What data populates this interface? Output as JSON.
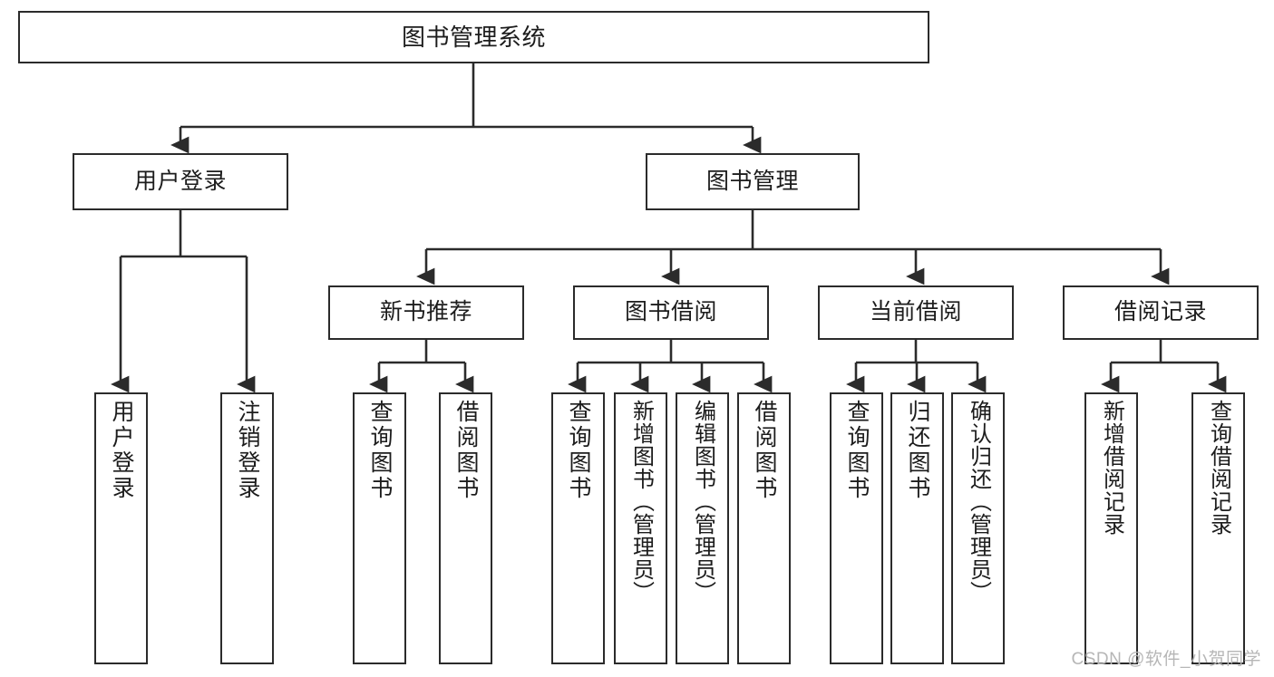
{
  "diagram": {
    "title": "图书管理系统",
    "type": "tree-hierarchy",
    "watermark": "CSDN @软件_小贺同学",
    "colors": {
      "border": "#2b2b2b",
      "background": "#ffffff",
      "text": "#1c1c1c",
      "edge": "#2b2b2b",
      "watermark": "#b6b6b6"
    },
    "root": {
      "label": "图书管理系统"
    },
    "level1": [
      {
        "label": "用户登录"
      },
      {
        "label": "图书管理"
      }
    ],
    "level2": [
      {
        "label": "新书推荐"
      },
      {
        "label": "图书借阅"
      },
      {
        "label": "当前借阅"
      },
      {
        "label": "借阅记录"
      }
    ],
    "leaves": {
      "user_login": [
        {
          "label": "用户登录"
        },
        {
          "label": "注销登录"
        }
      ],
      "new_book_recommend": [
        {
          "label": "查询图书"
        },
        {
          "label": "借阅图书"
        }
      ],
      "book_borrow": [
        {
          "label": "查询图书"
        },
        {
          "label": "新增图书（管理员）"
        },
        {
          "label": "编辑图书（管理员）"
        },
        {
          "label": "借阅图书"
        }
      ],
      "current_borrow": [
        {
          "label": "查询图书"
        },
        {
          "label": "归还图书"
        },
        {
          "label": "确认归还（管理员）"
        }
      ],
      "borrow_record": [
        {
          "label": "新增借阅记录"
        },
        {
          "label": "查询借阅记录"
        }
      ]
    }
  }
}
